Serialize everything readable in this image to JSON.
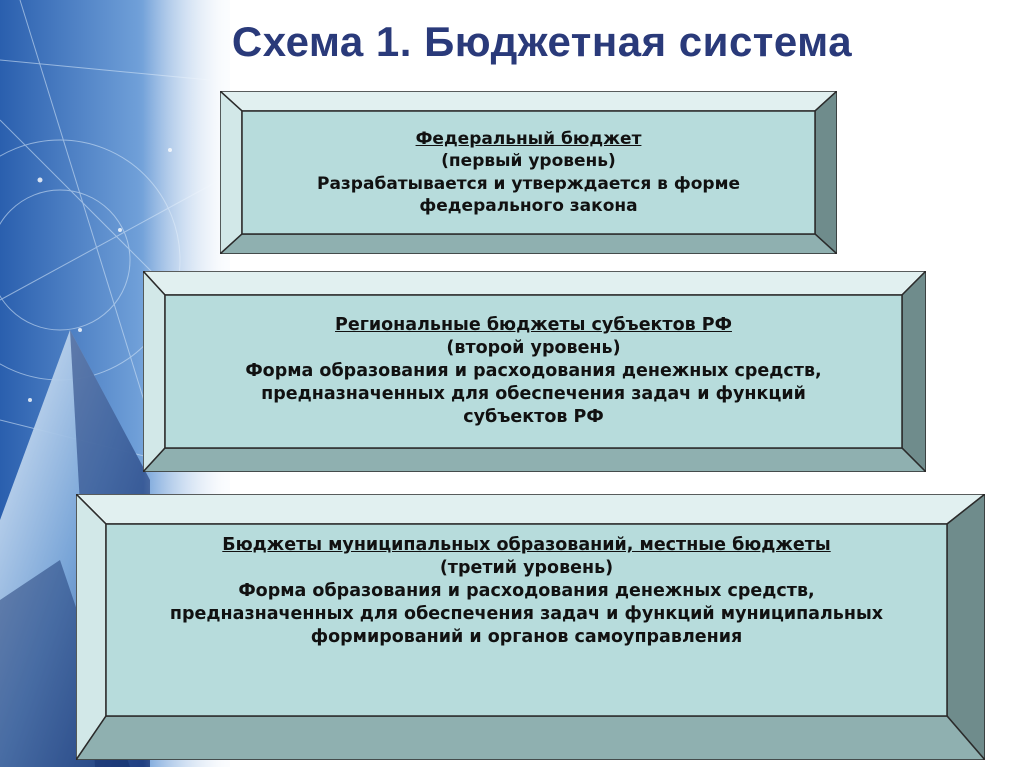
{
  "title": "Схема 1. Бюджетная система",
  "colors": {
    "title": "#2a3a7a",
    "box_face": "#b7dcdc",
    "box_border": "#2b2b2b",
    "bevel_light": "#d9eded",
    "bevel_dark": "#7f9a9a",
    "bevel_mid": "#a6c6c6"
  },
  "levels": [
    {
      "heading": "Федеральный бюджет",
      "level": "(первый уровень)",
      "lines": [
        "Разрабатывается и утверждается в форме",
        "федерального закона"
      ]
    },
    {
      "heading": "Региональные бюджеты субъектов РФ",
      "level": "(второй уровень)",
      "lines": [
        "Форма образования и расходования денежных средств,",
        "предназначенных для обеспечения задач и функций",
        "субъектов РФ"
      ]
    },
    {
      "heading": "Бюджеты муниципальных образований, местные бюджеты",
      "level": "(третий уровень)",
      "lines": [
        "Форма образования и расходования денежных средств,",
        "предназначенных для обеспечения задач и функций  муниципальных",
        "формирований  и органов  самоуправления"
      ]
    }
  ]
}
